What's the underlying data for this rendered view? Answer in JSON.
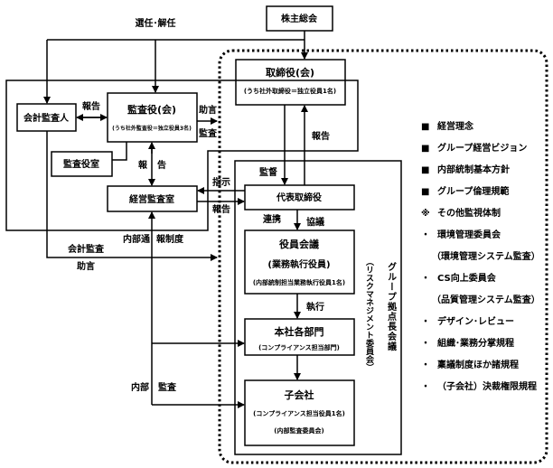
{
  "nodes": {
    "shareholders": "株主総会",
    "board": "取締役(会)",
    "board_sub": "(うち社外取締役＝独立役員1名)",
    "auditors": "監査役(会)",
    "auditors_sub": "(うち社外監査役＝独立役員3名)",
    "accounting_auditor": "会計監査人",
    "auditor_office": "監査役室",
    "mgmt_audit_office": "経営監査室",
    "president": "代表取締役",
    "exec_meeting": "役員会議",
    "exec_meeting_sub1": "(業務執行役員)",
    "exec_meeting_sub2": "(内部統制担当業務執行役員1名)",
    "hq_divisions": "本社各部門",
    "hq_divisions_sub": "(コンプライアンス担当部門)",
    "subsidiaries": "子会社",
    "subsidiaries_sub1": "(コンプライアンス担当役員1名)",
    "subsidiaries_sub2": "(内部監査委員会)",
    "risk_committee": "（リスクマネジメント委員会）",
    "group_meeting": "グループ拠点長会議"
  },
  "labels": {
    "appoint": "選任･解任",
    "report1": "報告",
    "advice": "助言",
    "audit": "監査",
    "report_ho": "報",
    "report_koku": "告",
    "instruct": "指示",
    "report2": "報告",
    "supervise": "監督",
    "report3": "報告",
    "cooperate": "連携",
    "consult": "協議",
    "execute": "執行",
    "whistle_a": "内部通",
    "whistle_b": "報制度",
    "acct_audit": "会計監査",
    "acct_advice": "助言",
    "internal_a": "内部",
    "internal_b": "監査"
  },
  "policies": [
    {
      "bullet": "■",
      "text": "経営理念"
    },
    {
      "bullet": "■",
      "text": "グループ経営ビジョン"
    },
    {
      "bullet": "■",
      "text": "内部統制基本方針"
    },
    {
      "bullet": "■",
      "text": "グループ倫理規範"
    },
    {
      "bullet": "※",
      "text": "その他監視体制"
    },
    {
      "bullet": "・",
      "text": "環境管理委員会"
    },
    {
      "bullet": "",
      "text": "（環境管理システム監査）"
    },
    {
      "bullet": "・",
      "text": "CS向上委員会"
    },
    {
      "bullet": "",
      "text": "（品質管理システム監査）"
    },
    {
      "bullet": "・",
      "text": "デザイン･レビュー"
    },
    {
      "bullet": "・",
      "text": "組織･業務分掌規程"
    },
    {
      "bullet": "・",
      "text": "稟議制度ほか諸規程"
    },
    {
      "bullet": "・",
      "text": "（子会社）決裁権限規程"
    }
  ]
}
